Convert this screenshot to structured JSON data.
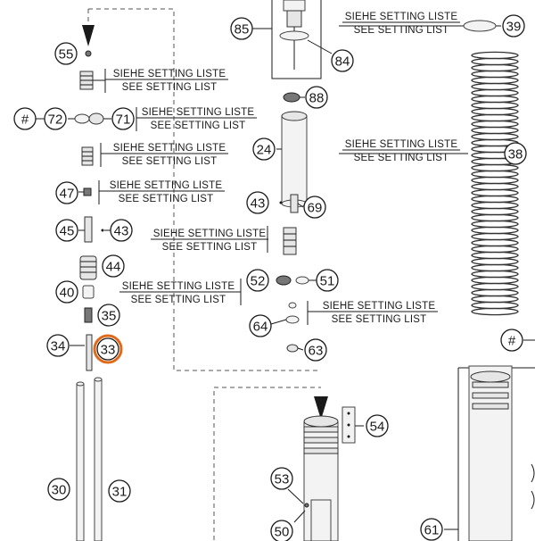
{
  "setting_note": {
    "line_de": "SIEHE SETTING LISTE",
    "line_en": "SEE SETTING LIST"
  },
  "callouts": {
    "c85": "85",
    "c84": "84",
    "c39": "39",
    "c55": "55",
    "c72": "72",
    "c71": "71",
    "c88": "88",
    "c24": "24",
    "c38": "38",
    "c47": "47",
    "c43a": "43",
    "c69": "69",
    "c45": "45",
    "c43b": "43",
    "c44": "44",
    "c40": "40",
    "c52": "52",
    "c51": "51",
    "c35": "35",
    "c64": "64",
    "c34": "34",
    "c33": "33",
    "c63": "63",
    "c54": "54",
    "c30": "30",
    "c31": "31",
    "c53": "53",
    "c50": "50",
    "c61": "61",
    "hash1": "#",
    "hash2": "#"
  },
  "highlight": {
    "part": "33",
    "color": "#e06a1a"
  },
  "colors": {
    "line": "#1a1a1a",
    "part_fill": "#e6e6e6"
  }
}
